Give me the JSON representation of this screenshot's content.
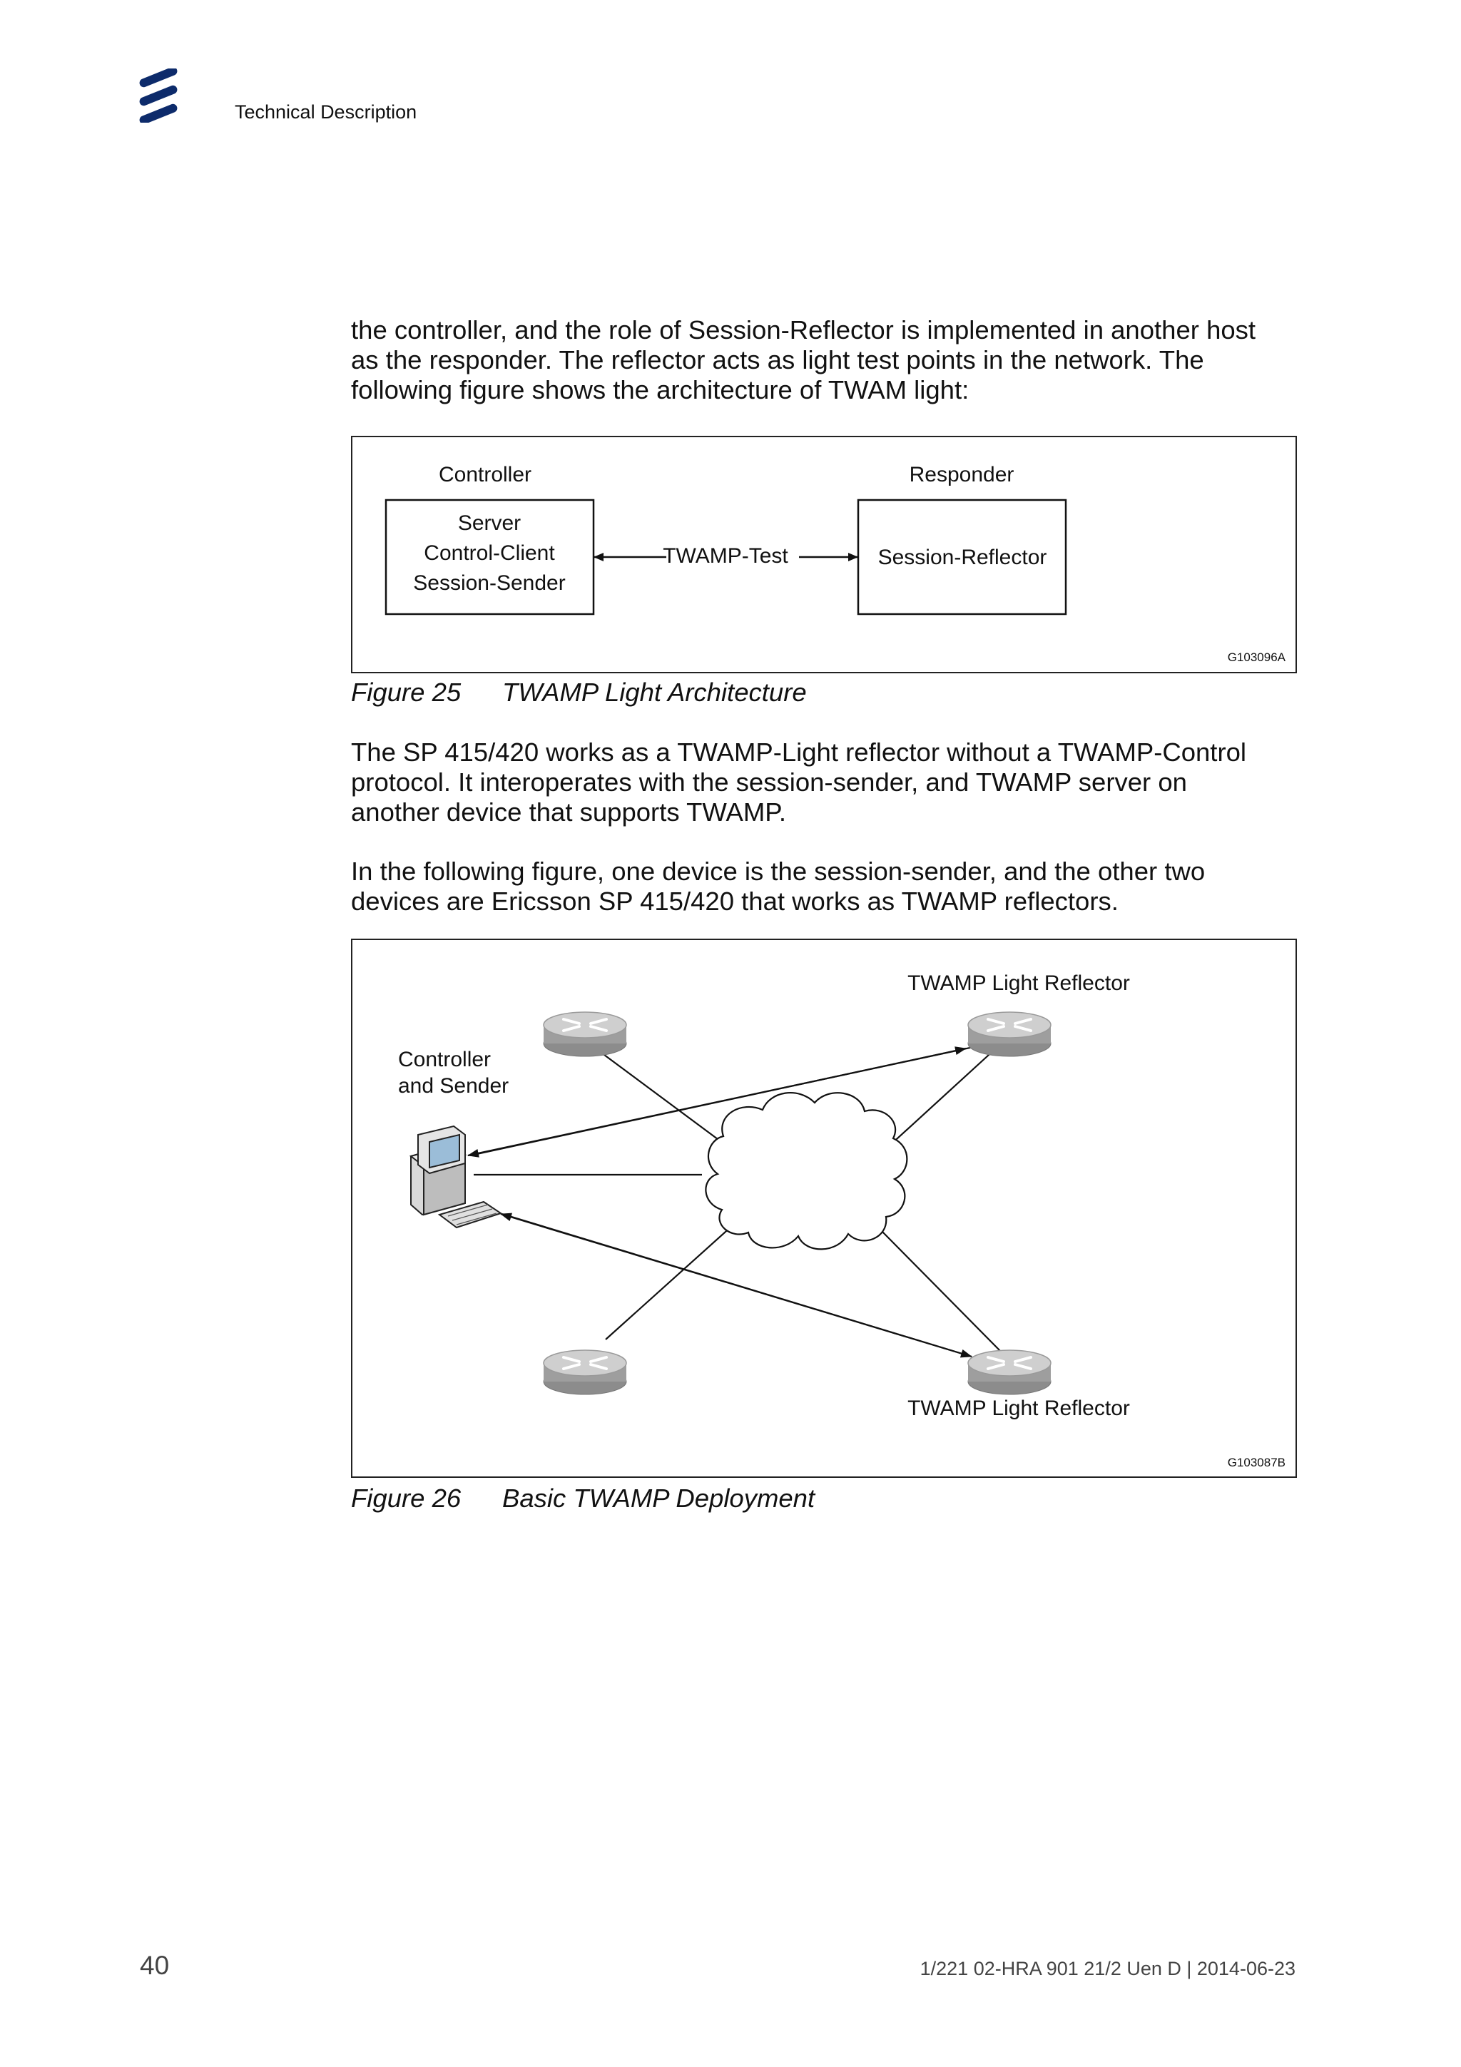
{
  "header": {
    "title": "Technical Description"
  },
  "para1": {
    "lines": [
      "the controller, and the role of Session-Reflector is implemented in another host",
      "as the responder.  The reflector acts as light test points in the network.  The",
      "following figure shows the architecture of TWAM light:"
    ]
  },
  "figure25": {
    "controller_label": "Controller",
    "responder_label": "Responder",
    "left_box_lines": [
      "Server",
      "Control-Client",
      "Session-Sender"
    ],
    "arrow_label": "TWAMP-Test",
    "right_box": "Session-Reflector",
    "figure_id": "G103096A",
    "caption_number": "Figure 25",
    "caption_title": "TWAMP Light Architecture"
  },
  "para2": {
    "lines": [
      "The SP 415/420 works as a TWAMP-Light reflector without a TWAMP-Control",
      "protocol.  It interoperates with the session-sender, and TWAMP server on",
      "another device that supports TWAMP."
    ]
  },
  "para3": {
    "lines": [
      "In the following figure, one device is the session-sender, and the other two",
      "devices are Ericsson SP 415/420 that works as TWAMP reflectors."
    ]
  },
  "figure26": {
    "reflector_top_label": "TWAMP Light Reflector",
    "controller_label_lines": [
      "Controller",
      "and Sender"
    ],
    "reflector_bottom_label": "TWAMP Light Reflector",
    "figure_id": "G103087B",
    "caption_number": "Figure 26",
    "caption_title": "Basic TWAMP Deployment"
  },
  "footer": {
    "page_number": "40",
    "reference": "1/221 02-HRA 901 21/2 Uen D   |   2014-06-23"
  },
  "colors": {
    "logo": "#0d2b6b",
    "text": "#111111",
    "router_body": "#9a9a9a",
    "router_top": "#c8c8c8"
  }
}
